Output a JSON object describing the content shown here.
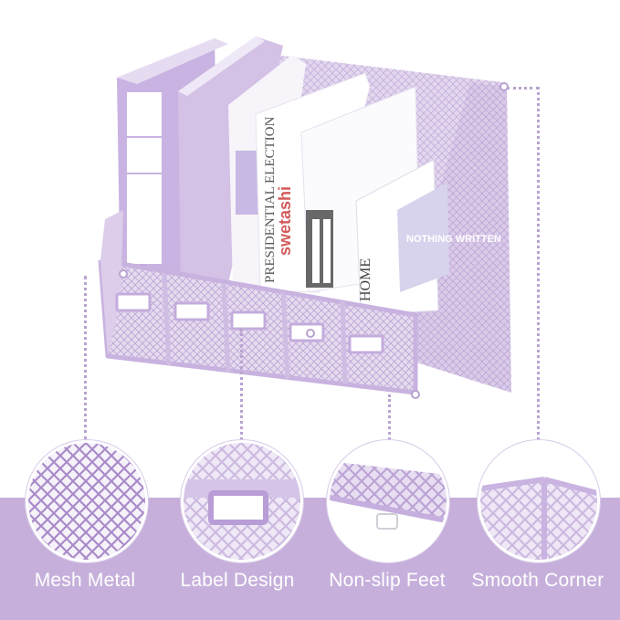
{
  "features": [
    {
      "label": "Mesh Metal",
      "icon": "mesh-metal-closeup"
    },
    {
      "label": "Label Design",
      "icon": "label-holder-closeup"
    },
    {
      "label": "Non-slip Feet",
      "icon": "non-slip-foot-closeup"
    },
    {
      "label": "Smooth Corner",
      "icon": "smooth-corner-closeup"
    }
  ],
  "book_texts": {
    "magazine_title": "PRESIDENTIAL ELECTION",
    "magazine_brand": "swetashi",
    "home_title": "HOME",
    "cover_text": "NOTHING WRITTEN"
  },
  "colors": {
    "lavender": "#c6b0db",
    "frame": "#d3c1e6",
    "white": "#ffffff"
  }
}
